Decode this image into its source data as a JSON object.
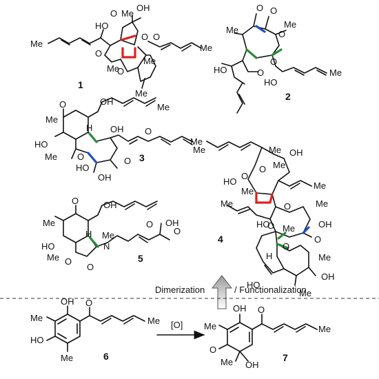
{
  "compounds": {
    "c1": {
      "number": "1",
      "atoms": [
        "Me",
        "HO",
        "OH",
        "O",
        "O",
        "O",
        "Me",
        "Me",
        "O",
        "Me",
        "O",
        "Me",
        "Me"
      ]
    },
    "c2": {
      "number": "2",
      "atoms": [
        "O",
        "O",
        "O",
        "Me",
        "Me",
        "HO",
        "O",
        "O",
        "HO",
        "Me"
      ]
    },
    "c3": {
      "number": "3",
      "atoms": [
        "O",
        "OH",
        "Me",
        "Me",
        "H",
        "OH",
        "HO",
        "O",
        "O",
        "Me",
        "HO",
        "OH",
        "O",
        "Me"
      ]
    },
    "c4": {
      "number": "4",
      "atoms": [
        "Me",
        "Me",
        "OH",
        "O",
        "Me",
        "Me",
        "HO",
        "O",
        "Me",
        "Me",
        "OH",
        "O",
        "O",
        "O",
        "Me",
        "HO",
        "H",
        "Me",
        "O",
        "Me",
        "HO",
        "OH",
        "Me"
      ]
    },
    "c5": {
      "number": "5",
      "atoms": [
        "O",
        "OH",
        "Me",
        "O",
        "OH",
        "HO",
        "Me",
        "H",
        "N",
        "Me",
        "O",
        "O",
        "O"
      ]
    },
    "c6": {
      "number": "6",
      "atoms": [
        "OH",
        "Me",
        "O",
        "HO",
        "Me",
        "Me"
      ]
    },
    "c7": {
      "number": "7",
      "atoms": [
        "OH",
        "O",
        "Me",
        "Me",
        "O",
        "Me",
        "OH"
      ]
    }
  },
  "captions": {
    "dimerization": "Dimerization",
    "functionalization": "/ Functionalization",
    "oxidant": "[O]"
  },
  "colors": {
    "highlight_red": "#e0201b",
    "highlight_green": "#2a8a3a",
    "highlight_blue": "#1f4fbf",
    "arrow_gray": "#9a9a9a"
  }
}
